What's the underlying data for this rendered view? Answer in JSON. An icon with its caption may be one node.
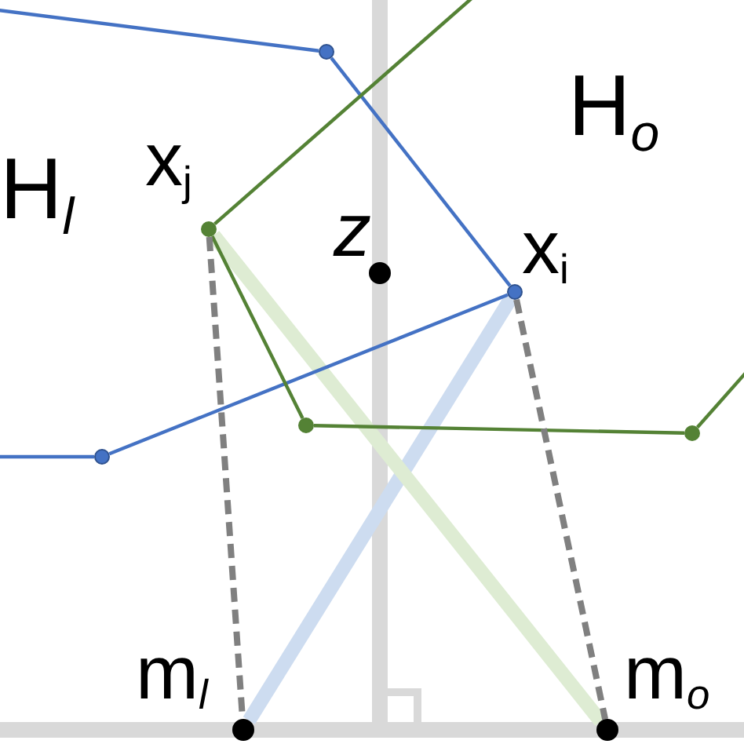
{
  "diagram": {
    "nodes": [
      {
        "text": [],
        "shape": "circle"
      },
      {
        "text": [
          "x$_{j}$"
        ]
      },
      {
        "text": [
          "z"
        ]
      },
      {
        "text": [
          "x$_{i}$"
        ]
      },
      {
        "text": [],
        "shape": "circle"
      },
      {
        "text": [],
        "shape": "circle"
      },
      {
        "text": [],
        "shape": "circle"
      },
      {
        "text": [
          "m$_{l}$"
        ]
      },
      {
        "text": [
          "m$_{o}$"
        ]
      }
    ],
    "edges": [
      {
        "from": null,
        "to": 0,
        "arrow": "none",
        "color": "#4472c4"
      },
      {
        "from": 0,
        "to": 3,
        "arrow": "none",
        "color": "#4472c4"
      },
      {
        "from": 3,
        "to": 6,
        "arrow": "none",
        "color": "#4472c4"
      },
      {
        "from": 6,
        "to": null,
        "arrow": "none",
        "color": "#4472c4"
      },
      {
        "from": null,
        "to": 1,
        "arrow": "none",
        "color": "#548235"
      },
      {
        "from": 1,
        "to": 4,
        "arrow": "none",
        "color": "#548235"
      },
      {
        "from": 4,
        "to": 5,
        "arrow": "none",
        "color": "#548235"
      },
      {
        "from": 5,
        "to": null,
        "arrow": "none",
        "color": "#548235"
      },
      {
        "from": 1,
        "to": 7,
        "arrow": "none",
        "style": "dashed",
        "color": "#808080"
      },
      {
        "from": 3,
        "to": 8,
        "arrow": "none",
        "style": "dashed",
        "color": "#808080"
      },
      {
        "from": 3,
        "to": 7,
        "arrow": "none",
        "style": "thick",
        "color": "#cddcf0"
      },
      {
        "from": 1,
        "to": 8,
        "arrow": "none",
        "style": "thick",
        "color": "#deecd3"
      }
    ],
    "labels": [
      "H$_{l}$",
      "H$_{o}$"
    ]
  }
}
